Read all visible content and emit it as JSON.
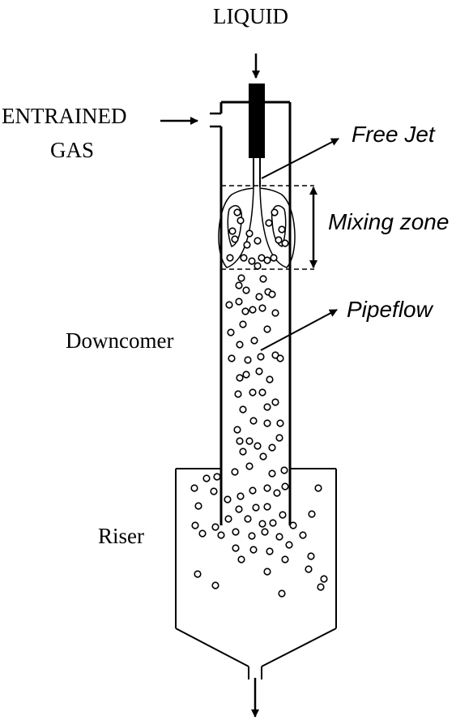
{
  "labels": {
    "liquid": "LIQUID",
    "entrained_line1": "ENTRAINED",
    "entrained_line2": "GAS",
    "free_jet": "Free Jet",
    "mixing_zone": "Mixing zone",
    "pipeflow": "Pipeflow",
    "downcomer": "Downcomer",
    "riser": "Riser"
  },
  "colors": {
    "ink": "#000000",
    "background": "#ffffff"
  }
}
